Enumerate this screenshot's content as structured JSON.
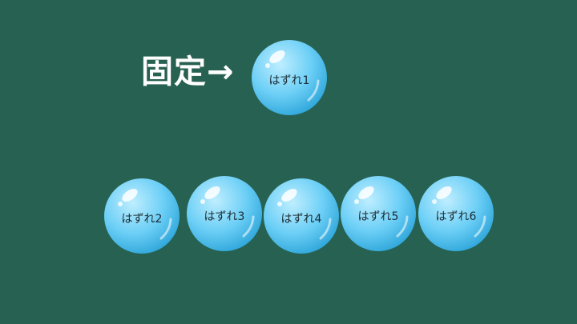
{
  "fixed_label": "固定→",
  "bubbles": [
    {
      "label": "はずれ1",
      "pinned": true
    },
    {
      "label": "はずれ2"
    },
    {
      "label": "はずれ3"
    },
    {
      "label": "はずれ4"
    },
    {
      "label": "はずれ5"
    },
    {
      "label": "はずれ6"
    }
  ],
  "colors": {
    "background": "#276152",
    "bubble_light": "#bfeeff",
    "bubble_mid": "#6ccff6",
    "bubble_dark": "#2aa3d8",
    "label_text": "#1b2b33"
  }
}
